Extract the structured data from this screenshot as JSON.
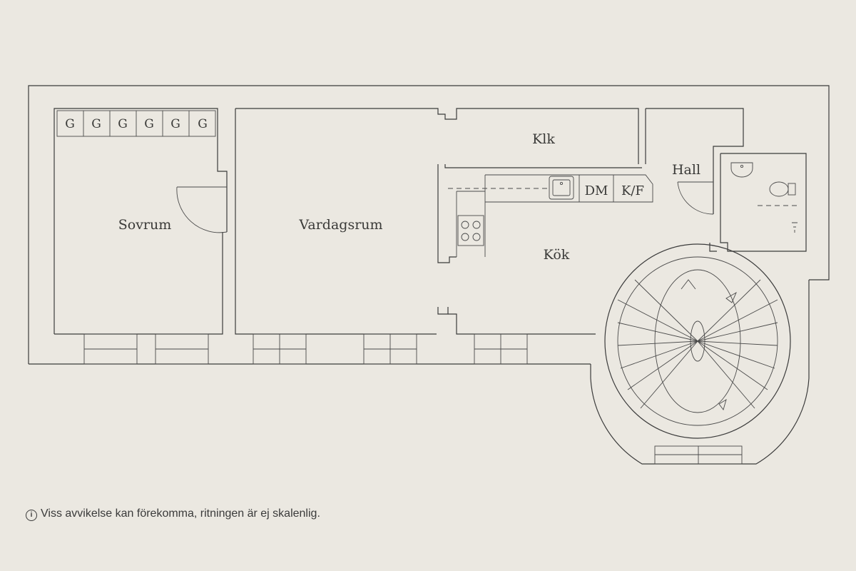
{
  "rooms": {
    "sovrum": "Sovrum",
    "vardagsrum": "Vardagsrum",
    "klk": "Klk",
    "kok": "Kök",
    "hall": "Hall"
  },
  "wardrobe_labels": [
    "G",
    "G",
    "G",
    "G",
    "G",
    "G"
  ],
  "appliances": {
    "dishwasher": "DM",
    "fridge_freezer": "K/F"
  },
  "disclaimer": {
    "icon": "info-icon",
    "text": "Viss avvikelse kan förekomma, ritningen är ej skalenlig."
  },
  "colors": {
    "paper": "#ebe8e1",
    "ink": "#3b3b3b"
  }
}
